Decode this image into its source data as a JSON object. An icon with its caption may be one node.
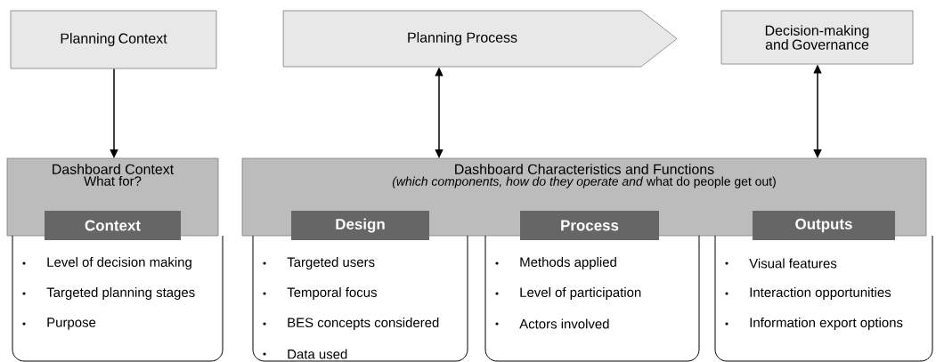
{
  "diagram": {
    "nodes": [
      {
        "text": [
          "Planning Context"
        ]
      },
      {
        "text": [
          "Planning Process"
        ]
      },
      {
        "text": [
          "Decision-making and Governance"
        ]
      },
      {
        "text": [
          "Dashboard Context",
          "What for?"
        ]
      },
      {
        "text": [
          "Dashboard Characteristics and Functions",
          "*(which components, how do they operate and* what do people get out)"
        ]
      },
      {
        "text": [
          "Context"
        ]
      },
      {
        "text": [
          "Level of decision making",
          "Targeted planning stages",
          "Purpose"
        ]
      },
      {
        "text": [
          "Design"
        ]
      },
      {
        "text": [
          "Targeted users",
          "Temporal focus",
          "BES concepts considered",
          "Data used"
        ]
      },
      {
        "text": [
          "Process"
        ]
      },
      {
        "text": [
          "Methods applied",
          "Level of participation",
          "Actors involved"
        ]
      },
      {
        "text": [
          "Outputs"
        ]
      },
      {
        "text": [
          "Visual features",
          "Interaction opportunities",
          "Information export options"
        ]
      }
    ],
    "edges": [
      {
        "from": 0,
        "to": 3,
        "arrow": "to"
      },
      {
        "from": 1,
        "to": 4,
        "arrow": "both"
      },
      {
        "from": 2,
        "to": 4,
        "arrow": "both"
      }
    ]
  }
}
